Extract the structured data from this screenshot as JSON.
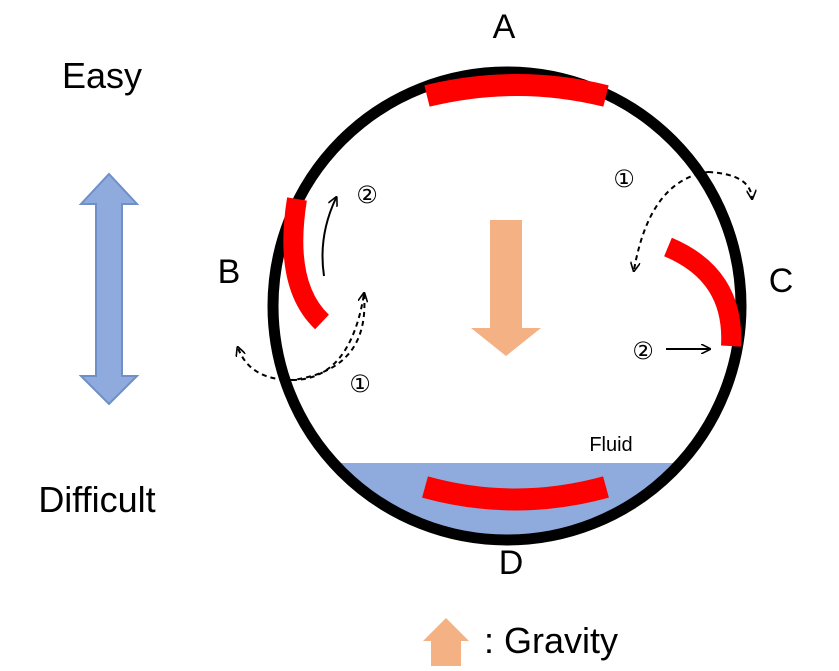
{
  "labels": {
    "easy": "Easy",
    "difficult": "Difficult",
    "position_a": "A",
    "position_b": "B",
    "position_c": "C",
    "position_d": "D",
    "fluid": "Fluid",
    "gravity_legend": ": Gravity",
    "step_1": "①",
    "step_2": "②"
  },
  "colors": {
    "ring": "#000000",
    "red_segment": "#ff0000",
    "fluid": "#8faadc",
    "gravity_arrow": "#f4b183",
    "difficulty_arrow": "#8faadc",
    "difficulty_arrow_stroke": "#6f8fc8"
  },
  "legend": {
    "icon": "gravity-arrow-icon"
  }
}
